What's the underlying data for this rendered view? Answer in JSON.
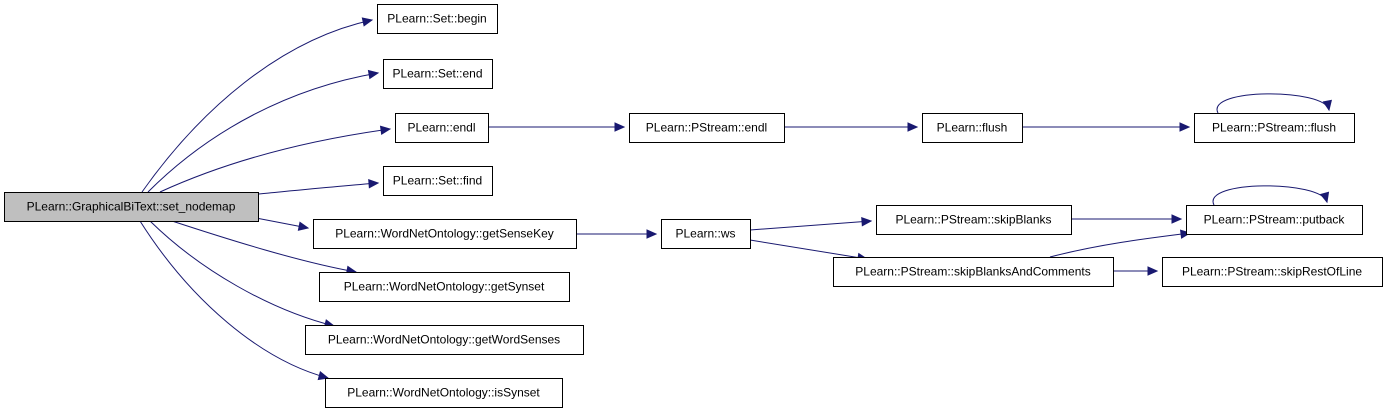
{
  "diagram": {
    "title": "",
    "colors": {
      "edge": "#191970",
      "node_border": "#000000",
      "root_fill": "#bfbfbf",
      "node_fill": "#ffffff"
    },
    "nodes": [
      {
        "id": "set_nodemap",
        "label": "PLearn::GraphicalBiText::set_nodemap",
        "root": true
      },
      {
        "id": "set_begin",
        "label": "PLearn::Set::begin"
      },
      {
        "id": "set_end",
        "label": "PLearn::Set::end"
      },
      {
        "id": "endl",
        "label": "PLearn::endl"
      },
      {
        "id": "set_find",
        "label": "PLearn::Set::find"
      },
      {
        "id": "getSenseKey",
        "label": "PLearn::WordNetOntology::getSenseKey"
      },
      {
        "id": "getSynset",
        "label": "PLearn::WordNetOntology::getSynset"
      },
      {
        "id": "getWordSenses",
        "label": "PLearn::WordNetOntology::getWordSenses"
      },
      {
        "id": "isSynset",
        "label": "PLearn::WordNetOntology::isSynset"
      },
      {
        "id": "pstream_endl",
        "label": "PLearn::PStream::endl"
      },
      {
        "id": "flush",
        "label": "PLearn::flush"
      },
      {
        "id": "pstream_flush",
        "label": "PLearn::PStream::flush"
      },
      {
        "id": "ws",
        "label": "PLearn::ws"
      },
      {
        "id": "skipBlanks",
        "label": "PLearn::PStream::skipBlanks"
      },
      {
        "id": "skipBlanksAndComments",
        "label": "PLearn::PStream::skipBlanksAndComments"
      },
      {
        "id": "putback",
        "label": "PLearn::PStream::putback"
      },
      {
        "id": "skipRestOfLine",
        "label": "PLearn::PStream::skipRestOfLine"
      }
    ],
    "edges": [
      {
        "from": "set_nodemap",
        "to": "set_begin"
      },
      {
        "from": "set_nodemap",
        "to": "set_end"
      },
      {
        "from": "set_nodemap",
        "to": "endl"
      },
      {
        "from": "set_nodemap",
        "to": "set_find"
      },
      {
        "from": "set_nodemap",
        "to": "getSenseKey"
      },
      {
        "from": "set_nodemap",
        "to": "getSynset"
      },
      {
        "from": "set_nodemap",
        "to": "getWordSenses"
      },
      {
        "from": "set_nodemap",
        "to": "isSynset"
      },
      {
        "from": "endl",
        "to": "pstream_endl"
      },
      {
        "from": "pstream_endl",
        "to": "flush"
      },
      {
        "from": "flush",
        "to": "pstream_flush"
      },
      {
        "from": "pstream_flush",
        "to": "pstream_flush"
      },
      {
        "from": "getSenseKey",
        "to": "ws"
      },
      {
        "from": "ws",
        "to": "skipBlanks"
      },
      {
        "from": "ws",
        "to": "skipBlanksAndComments"
      },
      {
        "from": "skipBlanks",
        "to": "putback"
      },
      {
        "from": "skipBlanksAndComments",
        "to": "putback"
      },
      {
        "from": "skipBlanksAndComments",
        "to": "skipRestOfLine"
      },
      {
        "from": "putback",
        "to": "putback"
      }
    ]
  }
}
